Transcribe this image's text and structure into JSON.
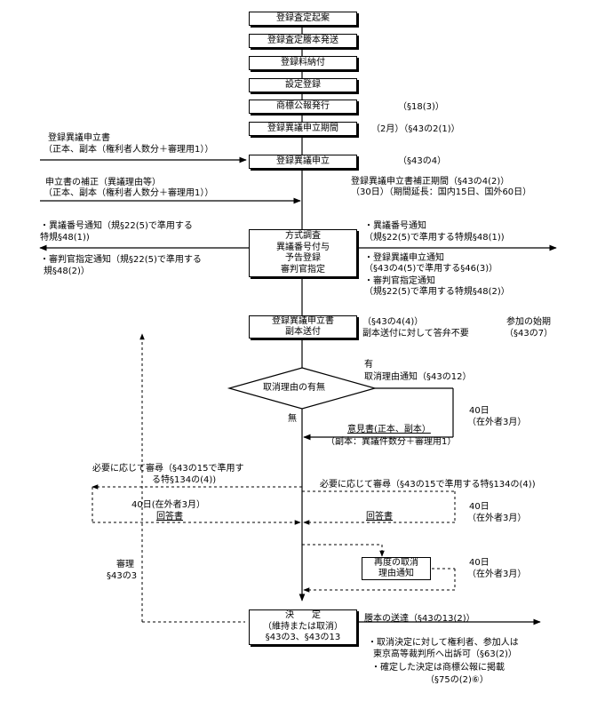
{
  "flow_boxes": [
    "登録査定起案",
    "登録査定謄本発送",
    "登録料納付",
    "設定登録",
    "商標公報発行",
    "登録異議申立期間",
    "登録異議申立"
  ],
  "refs": {
    "kouhou": "（§18(3)）",
    "kikan": "（2月）（§43の2(1)）",
    "moushitate": "（§43の4）"
  },
  "left_inputs": {
    "sho_line1": "登録異議申立書",
    "sho_line2": "（正本、副本（権利者人数分＋審理用1））",
    "hosei_line1": "申立書の補正（異議理由等）",
    "hosei_line2": "（正本、副本（権利者人数分＋審理用1））",
    "bango_line1": "・異議番号通知（規§22(5)で準用する",
    "bango_line2": "特規§48(1))",
    "shinpan_line1": "・審判官指定通知（規§22(5)で準用する",
    "shinpan_line2": "規§48(2)）"
  },
  "right_notes": {
    "hosei_kikan_line1": "登録異議申立書補正期間（§43の4(2)）",
    "hosei_kikan_line2": "（30日）（期間延長：国内15日、国外60日）",
    "n1_line1": "・異議番号通知",
    "n1_line2": "（規§22(5)で準用する特規§48(1))",
    "n2_line1": "・登録異議申立通知",
    "n2_line2": "（§43の4(5)で準用する§46(3)）",
    "n3_line1": "・審判官指定通知",
    "n3_line2": "（規§22(5)で準用する特規§48(2)）"
  },
  "hoshiki_box": [
    "方式調査",
    "異議番号付与",
    "予告登録",
    "審判官指定"
  ],
  "fukuhon_box": [
    "登録異議申立書",
    "副本送付"
  ],
  "fukuhon_ref_line1": "（§43の4(4)）",
  "fukuhon_ref_line2": "副本送付に対して答弁不要",
  "sanka_line1": "参加の始期",
  "sanka_line2": "（§43の7）",
  "diamond_label": "取消理由の有無",
  "yes_label": "有",
  "no_label": "無",
  "torikeshi_notice": "取消理由通知（§43の12）",
  "days40_a_line1": "40日",
  "days40_a_line2": "（在外者3月）",
  "ikensho_line1": "意見書(正本、副本）",
  "ikensho_line2": "（副本：異議件数分＋審理用1）",
  "shinjin_left_line1": "必要に応じて審尋（§43の15で準用す",
  "shinjin_left_line2": "る特§134の(4))",
  "shinjin_right": "必要に応じて審尋（§43の15で準用する特§134の(4))",
  "days40_b_line1": "40日(在外者3月）",
  "days40_b_line2": "回答書",
  "days40_c_line1": "40日",
  "days40_c_line2": "（在外者3月）",
  "kaitousho": "回答書",
  "saido_box": [
    "再度の取消",
    "理由通知"
  ],
  "days40_d_line1": "40日",
  "days40_d_line2": "（在外者3月）",
  "shinri_line1": "審理",
  "shinri_line2": "§43の3",
  "kettei_box": [
    "決　　定",
    "（維持または取消）",
    "§43の3、§43の13"
  ],
  "touhon_soutatsu": "謄本の送達（§43の13(2)）",
  "footer_line1": "・取消決定に対して権利者、参加人は",
  "footer_line2": "東京高等裁判所へ出訴可（§63(2)）",
  "footer_line3": "・確定した決定は商標公報に掲載",
  "footer_line4": "（§75の(2)⑥）"
}
